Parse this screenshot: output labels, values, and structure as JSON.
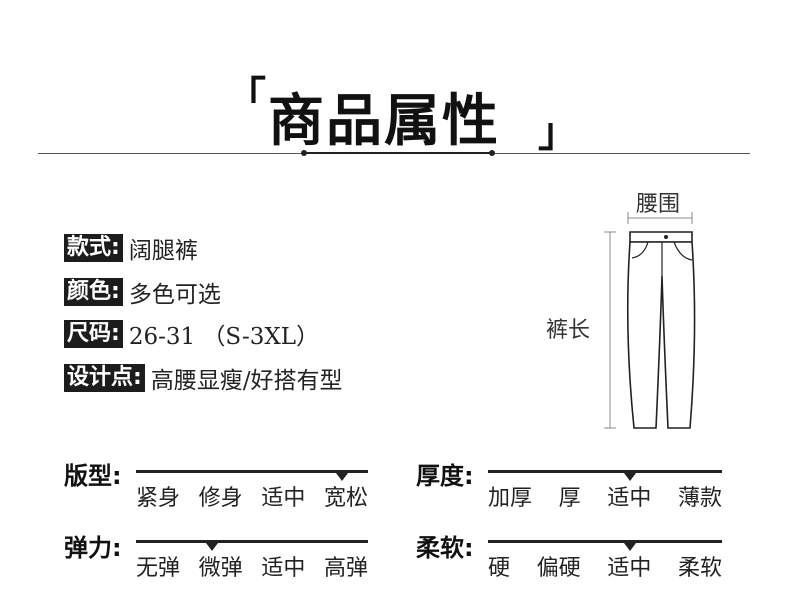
{
  "header": {
    "bracket_left": "「",
    "title": "商品属性",
    "bracket_right": "」"
  },
  "attributes": [
    {
      "key": "款式:",
      "value": "阔腿裤"
    },
    {
      "key": "颜色:",
      "value": "多色可选"
    },
    {
      "key": "尺码:",
      "value": "26-31 （S-3XL）"
    },
    {
      "key": "设计点:",
      "value": "高腰显瘦/好搭有型"
    }
  ],
  "diagram": {
    "waist_label": "腰围",
    "length_label": "裤长"
  },
  "scales": [
    {
      "title": "版型:",
      "options": [
        "紧身",
        "修身",
        "适中",
        "宽松"
      ],
      "selected_index": 3
    },
    {
      "title": "厚度:",
      "options": [
        "加厚",
        "厚",
        "适中",
        "薄款"
      ],
      "selected_index": 2
    },
    {
      "title": "弹力:",
      "options": [
        "无弹",
        "微弹",
        "适中",
        "高弹"
      ],
      "selected_index": 1
    },
    {
      "title": "柔软:",
      "options": [
        "硬",
        "偏硬",
        "适中",
        "柔软"
      ],
      "selected_index": 2
    }
  ]
}
